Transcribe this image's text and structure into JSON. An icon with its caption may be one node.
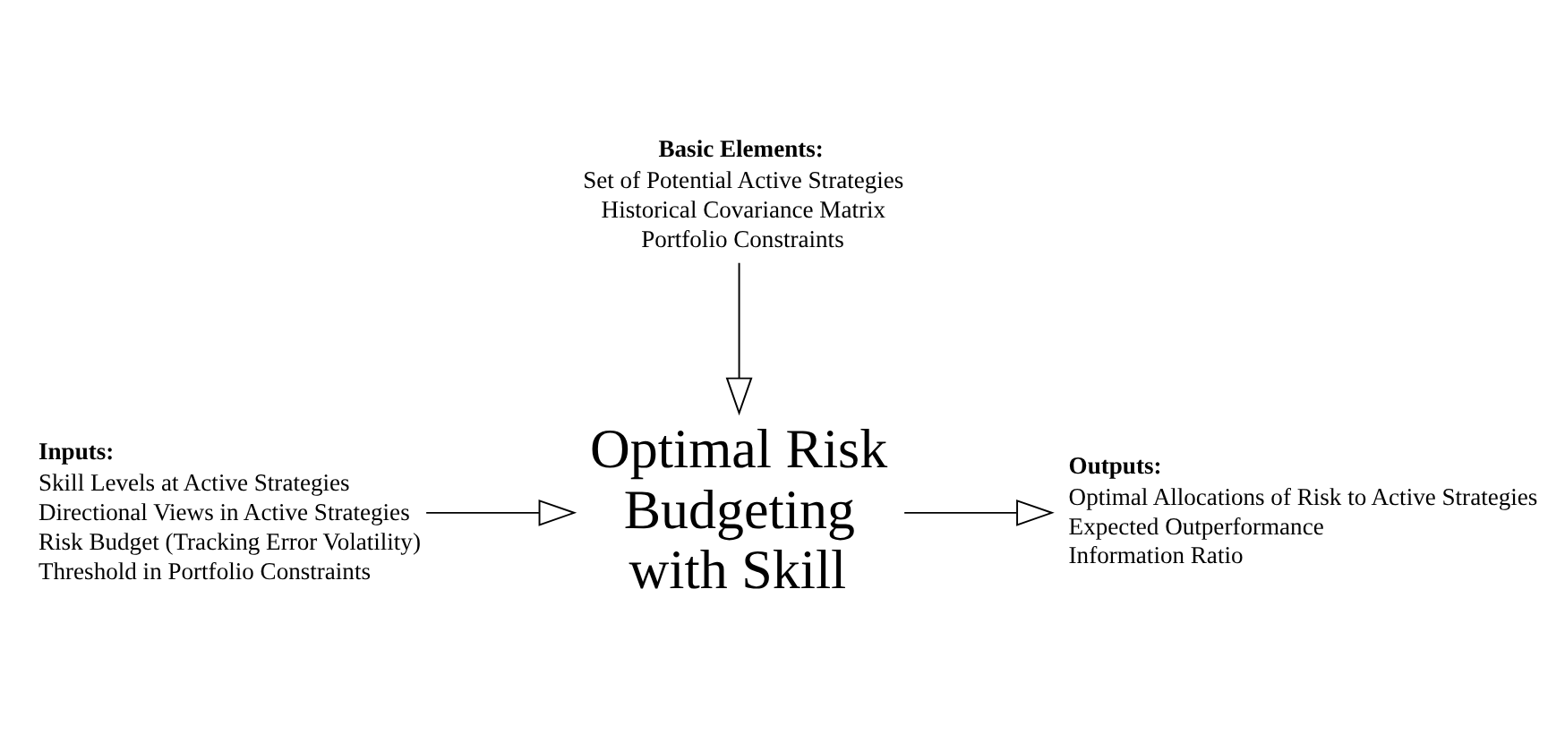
{
  "diagram": {
    "nodes": [
      {
        "text": [
          "Basic Elements:",
          "Set of Potential Active Strategies",
          "Historical Covariance Matrix",
          "Portfolio Constraints"
        ]
      },
      {
        "text": [
          "Inputs:",
          "Skill Levels at Active Strategies",
          "Directional Views in Active Strategies",
          "Risk Budget (Tracking Error Volatility)",
          "Threshold in Portfolio Constraints"
        ]
      },
      {
        "text": [
          "Optimal Risk Budgeting with Skill"
        ]
      },
      {
        "text": [
          "Outputs:",
          "Optimal Allocations of Risk to Active Strategies",
          "Expected Outperformance",
          "Information Ratio"
        ]
      }
    ],
    "edges": [
      {
        "from": 0,
        "to": 2,
        "arrow": "to"
      },
      {
        "from": 1,
        "to": 2,
        "arrow": "to"
      },
      {
        "from": 2,
        "to": 3,
        "arrow": "to"
      }
    ]
  }
}
